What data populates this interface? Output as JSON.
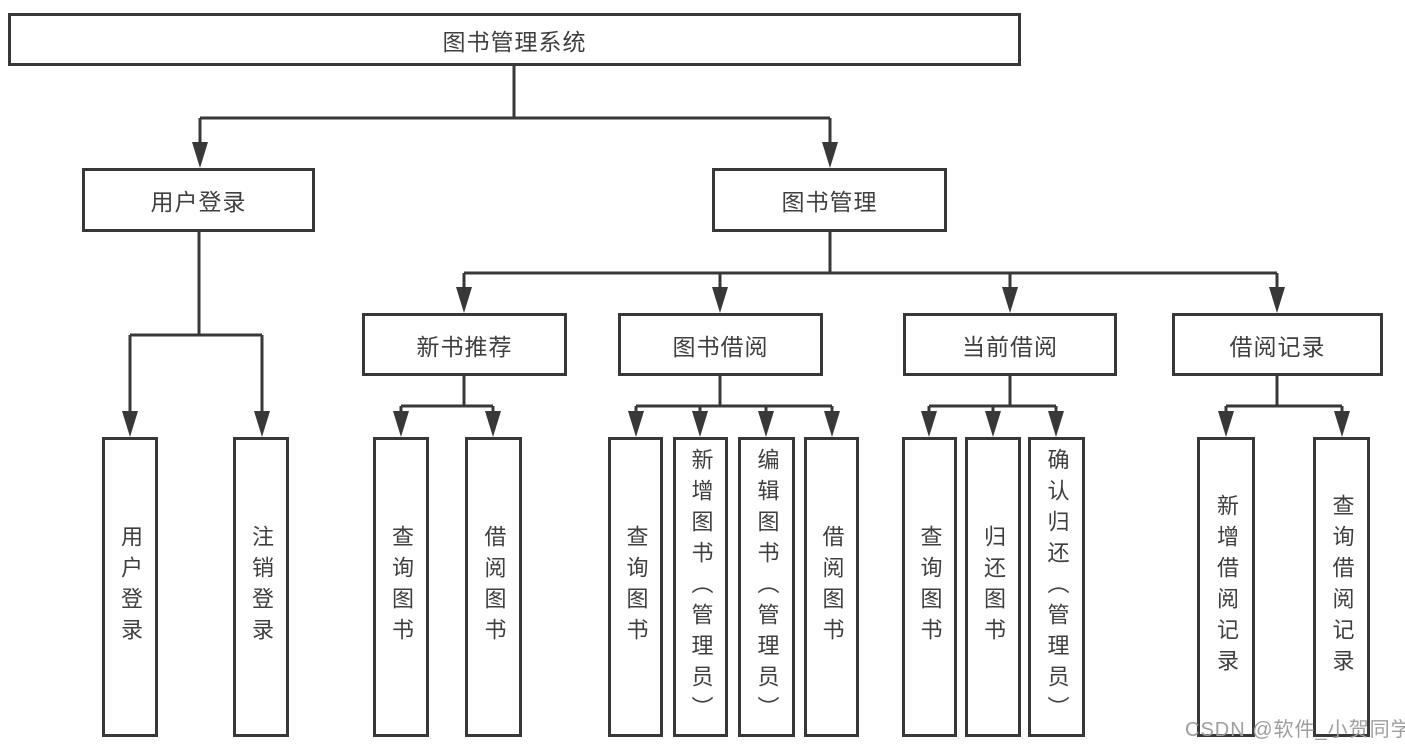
{
  "diagram": {
    "title": "图书管理系统",
    "root": {
      "label": "图书管理系统"
    },
    "level2": [
      {
        "id": "user-login",
        "label": "用户登录"
      },
      {
        "id": "book-management",
        "label": "图书管理"
      }
    ],
    "level3": [
      {
        "id": "new-book-recommend",
        "label": "新书推荐"
      },
      {
        "id": "book-borrow",
        "label": "图书借阅"
      },
      {
        "id": "current-borrow",
        "label": "当前借阅"
      },
      {
        "id": "borrow-records",
        "label": "借阅记录"
      }
    ],
    "leaves": {
      "user_login": [
        "用户登录",
        "注销登录"
      ],
      "new_book": [
        "查询图书",
        "借阅图书"
      ],
      "borrow": [
        "查询图书",
        "新增图书（管理员）",
        "编辑图书（管理员）",
        "借阅图书"
      ],
      "current": [
        "查询图书",
        "归还图书",
        "确认归还（管理员）"
      ],
      "records": [
        "新增借阅记录",
        "查询借阅记录"
      ]
    },
    "colors": {
      "line": "#383838",
      "box_border": "#383838",
      "text": "#3f3f3f",
      "watermark": "#9e9e9e"
    },
    "watermark": "CSDN @软件_小贺同学"
  }
}
